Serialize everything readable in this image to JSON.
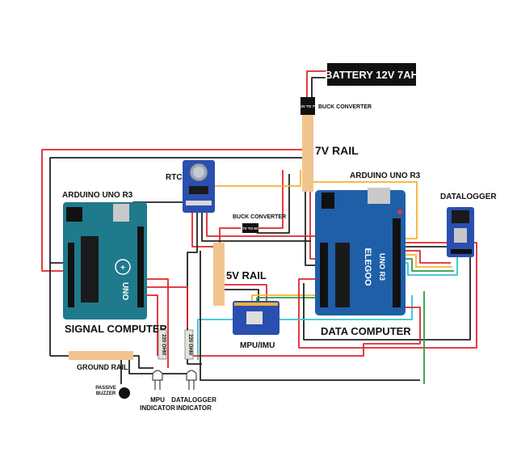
{
  "title": "",
  "labels": {
    "battery": "BATTERY 12V 7AH",
    "buck_top_chip": "12V TO 7V",
    "buck_top": "BUCK CONVERTER",
    "rail_7v": "7V RAIL",
    "rtc": "RTC",
    "arduino_left": "ARDUINO UNO R3",
    "arduino_right": "ARDUINO UNO R3",
    "datalogger": "DATALOGGER",
    "buck_mid": "BUCK CONVERTER",
    "buck_mid_chip": "7V TO 5V",
    "rail_5v": "5V RAIL",
    "signal_computer": "SIGNAL COMPUTER",
    "data_computer": "DATA COMPUTER",
    "mpu_imu": "MPU/IMU",
    "ground_rail": "GROUND RAIL",
    "passive_buzzer_1": "PASSIVE",
    "passive_buzzer_2": "BUZZER",
    "mpu_indicator_1": "MPU",
    "mpu_indicator_2": "INDICATOR",
    "dl_indicator_1": "DATALOGGER",
    "dl_indicator_2": "INDICATOR",
    "resistor_1": "220 OHM",
    "resistor_2": "220 OHM",
    "elegoo_brand": "ELEGOO",
    "elegoo_model": "UNO R3",
    "uno_left": "UNO"
  },
  "colors": {
    "wire_red": "#e0262b",
    "wire_black": "#222222",
    "wire_yellow": "#f2b233",
    "wire_cyan": "#35c3d8",
    "wire_green": "#2e9d4a",
    "rail": "#f2c48d",
    "board_left": "#1f7a8c",
    "board_right": "#1e5fa8",
    "module_blue": "#2a4fb0"
  }
}
